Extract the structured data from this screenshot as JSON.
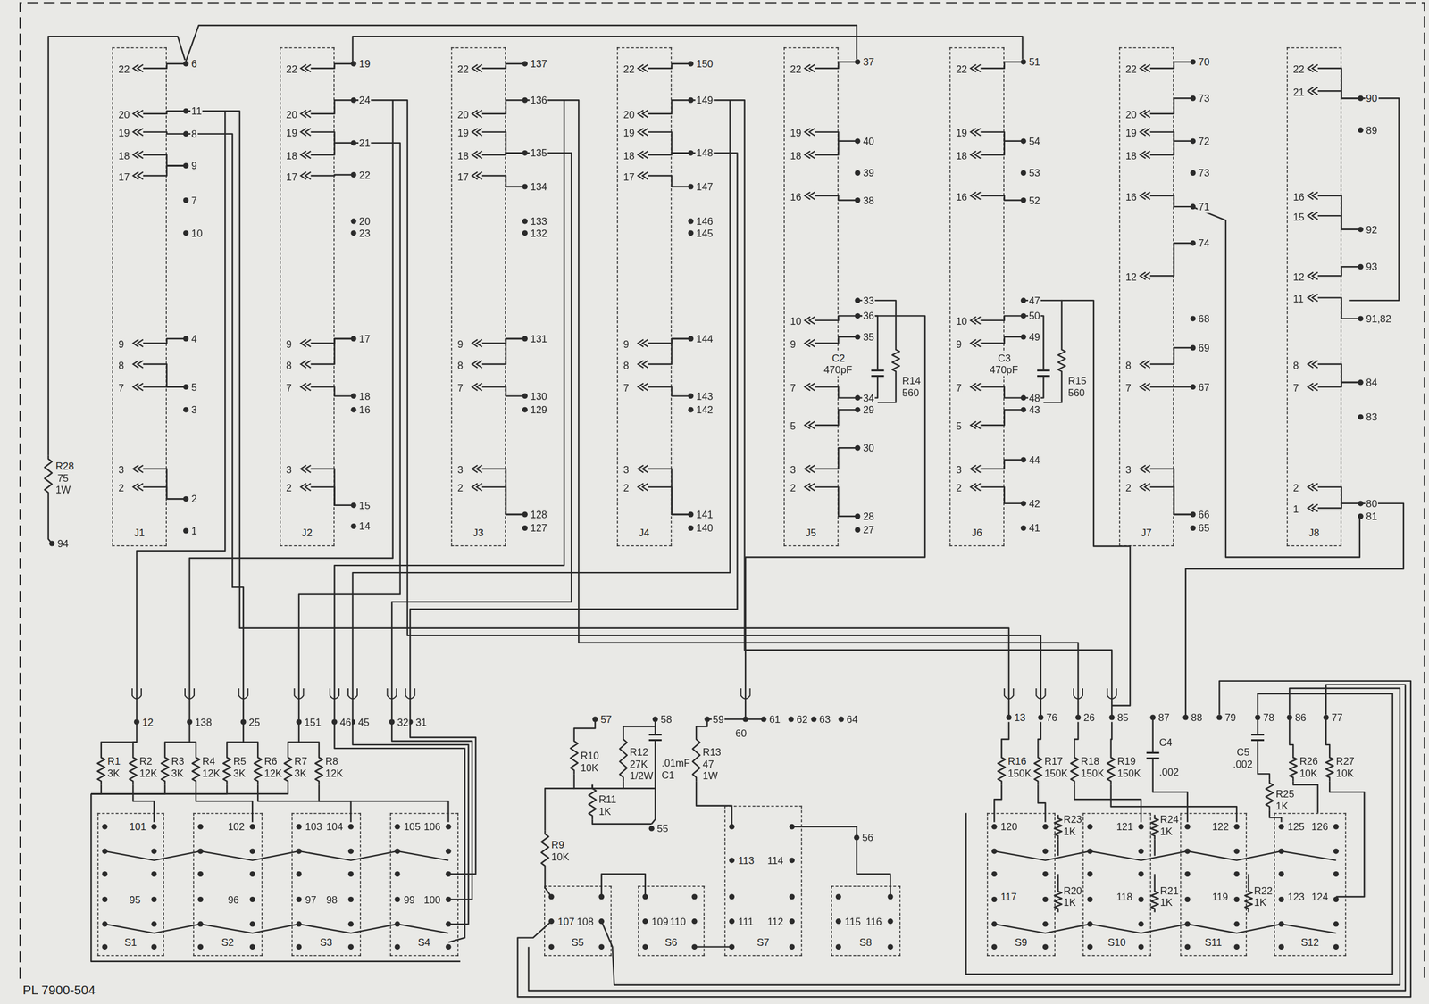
{
  "diagram": {
    "nodes": [
      {
        "text": [
          "22",
          "20",
          "19",
          "18",
          "17",
          "9",
          "8",
          "7",
          "3",
          "2",
          "J1"
        ]
      },
      {
        "text": [
          "22",
          "20",
          "19",
          "18",
          "17",
          "9",
          "8",
          "7",
          "3",
          "2",
          "J2"
        ]
      },
      {
        "text": [
          "22",
          "20",
          "19",
          "18",
          "17",
          "9",
          "8",
          "7",
          "3",
          "2",
          "J3"
        ]
      },
      {
        "text": [
          "22",
          "20",
          "19",
          "18",
          "17",
          "9",
          "8",
          "7",
          "3",
          "2",
          "J4"
        ]
      },
      {
        "text": [
          "22",
          "19",
          "18",
          "16",
          "10",
          "9",
          "7",
          "5",
          "3",
          "2",
          "J5"
        ]
      },
      {
        "text": [
          "22",
          "19",
          "18",
          "16",
          "10",
          "9",
          "7",
          "5",
          "3",
          "2",
          "J6"
        ]
      },
      {
        "text": [
          "22",
          "20",
          "19",
          "18",
          "16",
          "12",
          "8",
          "7",
          "3",
          "2",
          "J7"
        ]
      },
      {
        "text": [
          "22",
          "21",
          "16",
          "15",
          "12",
          "11",
          "8",
          "7",
          "2",
          "1",
          "J8"
        ]
      },
      {
        "text": [
          "S1"
        ]
      },
      {
        "text": [
          "S2"
        ]
      },
      {
        "text": [
          "S3"
        ]
      },
      {
        "text": [
          "S4"
        ]
      },
      {
        "text": [
          "S5"
        ]
      },
      {
        "text": [
          "S6"
        ]
      },
      {
        "text": [
          "S7"
        ]
      },
      {
        "text": [
          "S8"
        ]
      },
      {
        "text": [
          "S9"
        ]
      },
      {
        "text": [
          "S10"
        ]
      },
      {
        "text": [
          "S11"
        ]
      },
      {
        "text": [
          "S12"
        ]
      }
    ],
    "labels": [
      "6",
      "11",
      "8",
      "9",
      "7",
      "10",
      "4",
      "5",
      "3",
      "2",
      "1",
      "19",
      "24",
      "21",
      "22",
      "20",
      "23",
      "17",
      "18",
      "16",
      "15",
      "14",
      "137",
      "136",
      "135",
      "134",
      "133",
      "132",
      "131",
      "130",
      "129",
      "128",
      "127",
      "150",
      "149",
      "148",
      "147",
      "146",
      "145",
      "144",
      "143",
      "142",
      "141",
      "140",
      "37",
      "40",
      "39",
      "38",
      "33",
      "36",
      "35",
      "34",
      "29",
      "30",
      "28",
      "27",
      "51",
      "54",
      "53",
      "52",
      "47",
      "50",
      "49",
      "48",
      "43",
      "44",
      "42",
      "41",
      "70",
      "73",
      "72",
      "73",
      "71",
      "74",
      "68",
      "69",
      "67",
      "66",
      "65",
      "90",
      "89",
      "92",
      "93",
      "91,82",
      "84",
      "83",
      "80",
      "81",
      "C2",
      "470pF",
      "R14",
      "560",
      "C3",
      "470pF",
      "R15",
      "560",
      "R28",
      "75",
      "1W",
      "94",
      "12",
      "138",
      "25",
      "151",
      "46",
      "45",
      "32",
      "31",
      "R1",
      "3K",
      "R2",
      "12K",
      "R3",
      "3K",
      "R4",
      "12K",
      "R5",
      "3K",
      "R6",
      "12K",
      "R7",
      "3K",
      "R8",
      "12K",
      "101",
      "102",
      "103",
      "104",
      "105",
      "106",
      "95",
      "96",
      "97",
      "98",
      "99",
      "100",
      "57",
      "58",
      "59",
      "60",
      "61",
      "62",
      "63",
      "64",
      "R10",
      "10K",
      "R12",
      "27K",
      "1/2W",
      ".01mF",
      "C1",
      "R13",
      "47",
      "1W",
      "R11",
      "1K",
      "R9",
      "10K",
      "55",
      "56",
      "107",
      "108",
      "109",
      "110",
      "113",
      "114",
      "111",
      "112",
      "115",
      "116",
      "13",
      "76",
      "26",
      "85",
      "87",
      "88",
      "79",
      "78",
      "86",
      "77",
      "R16",
      "150K",
      "R17",
      "150K",
      "R18",
      "150K",
      "R19",
      "150K",
      "C4",
      ".002",
      "C5",
      ".002",
      "R26",
      "10K",
      "R27",
      "10K",
      "R25",
      "1K",
      "120",
      "R23",
      "1K",
      "121",
      "R24",
      "1K",
      "122",
      "125",
      "126",
      "117",
      "R20",
      "1K",
      "118",
      "R21",
      "1K",
      "119",
      "R22",
      "1K",
      "123",
      "124",
      "PL 7900-504"
    ]
  }
}
